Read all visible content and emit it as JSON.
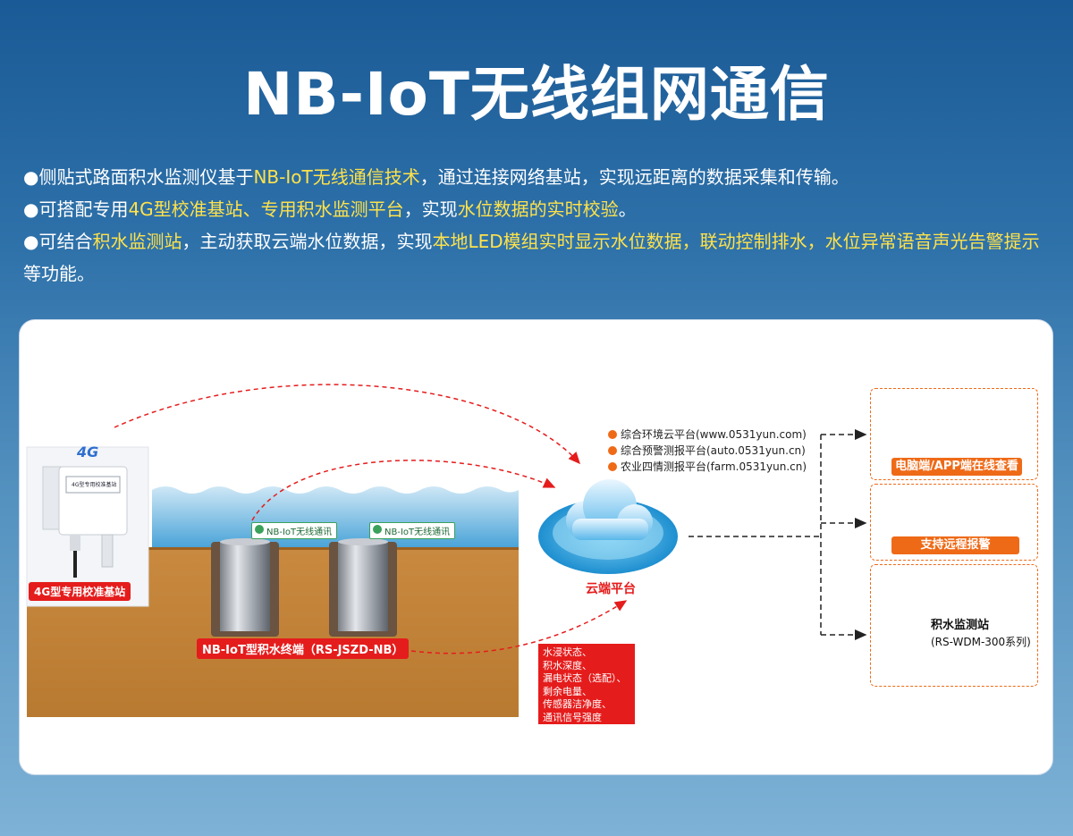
{
  "title": "NB-IoT无线组网通信",
  "intro": {
    "line1": {
      "a": "●侧贴式路面积水监测仪基于",
      "b": "NB-IoT无线通信技术",
      "c": "，通过连接网络基站，实现远距离的数据采集和传输。"
    },
    "line2": {
      "a": "●可搭配专用",
      "b": "4G型校准基站、专用积水监测平台",
      "c": "，实现",
      "d": "水位数据的实时校验",
      "e": "。"
    },
    "line3": {
      "a": "●可结合",
      "b": "积水监测站",
      "c": "，主动获取云端水位数据，实现",
      "d": "本地LED模组实时显示水位数据，联动控制排水，水位异常语音声光告警提示",
      "e": "等功能。"
    }
  },
  "base_station": {
    "badge": "4G",
    "device_text": "4G型专用校准基站",
    "label": "4G型专用校准基站"
  },
  "nb_labels": [
    "NB-IoT无线通讯",
    "NB-IoT无线通讯"
  ],
  "terminal_label": "NB-IoT型积水终端（RS-JSZD-NB）",
  "cloud": {
    "label": "云端平台"
  },
  "platforms": [
    "综合环境云平台(www.0531yun.com)",
    "综合预警测报平台(auto.0531yun.cn)",
    "农业四情测报平台(farm.0531yun.cn)"
  ],
  "status_items": [
    "水浸状态、",
    "积水深度、",
    "漏电状态（选配）、",
    "剩余电量、",
    "传感器洁净度、",
    "通讯信号强度"
  ],
  "outputs": {
    "view": "电脑端/APP端在线查看",
    "alarm": "支持远程报警",
    "station_title": "积水监测站",
    "station_sub": "(RS-WDM-300系列)"
  },
  "colors": {
    "accent_red": "#e51c1c",
    "accent_orange": "#ef6a17",
    "highlight": "#ffe24a"
  }
}
